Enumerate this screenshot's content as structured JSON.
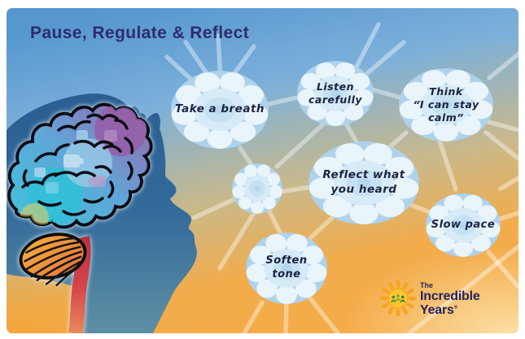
{
  "title": "Pause, Regulate & Reflect",
  "bubbles": [
    {
      "id": "take-a-breath",
      "label": "Take a breath"
    },
    {
      "id": "listen-carefully",
      "label": "Listen\ncarefully"
    },
    {
      "id": "think-calm",
      "label": "Think\n“I can stay\ncalm”"
    },
    {
      "id": "reflect",
      "label": "Reflect what\nyou heard"
    },
    {
      "id": "empty-bubble",
      "label": ""
    },
    {
      "id": "soften-tone",
      "label": "Soften\ntone"
    },
    {
      "id": "slow-pace",
      "label": "Slow pace"
    }
  ],
  "logo": {
    "prefix": "The",
    "name_line1": "Incredible",
    "name_line2": "Years",
    "registered": "®"
  },
  "icons": {
    "sun": "sun-icon",
    "brain": "brain-icon",
    "head": "child-head-silhouette",
    "bubble": "cloud-bubble-icon",
    "web": "web-lines"
  },
  "colors": {
    "title_navy": "#2e2c6d",
    "bubble_base": "#aed2ec",
    "bubble_light": "#e9f4fb",
    "bubble_text": "#1c2340",
    "sky_blue": "#5697d0",
    "orange": "#f2ac4c",
    "logo_navy": "#24245e",
    "sun_orange": "#f6a51f",
    "brainstem_red": "#cf3a44"
  }
}
